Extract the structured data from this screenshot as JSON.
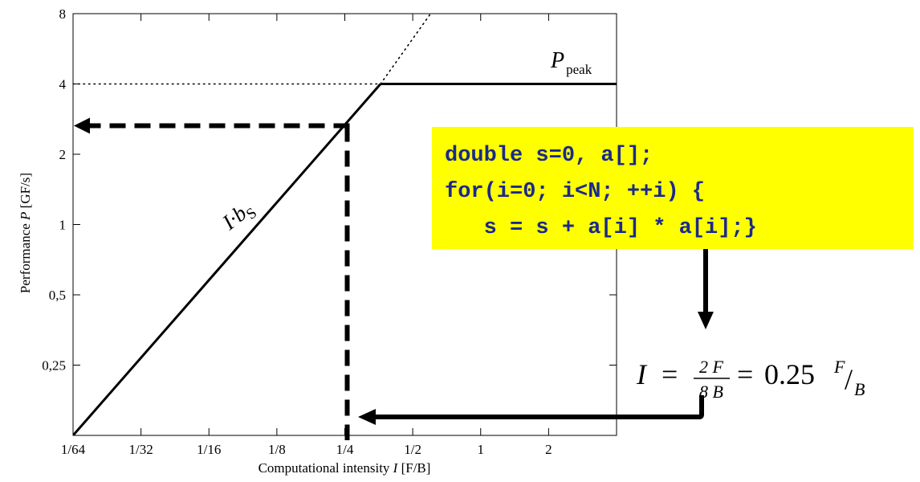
{
  "chart_data": {
    "type": "line",
    "xscale": "log2",
    "yscale": "log2",
    "xlim": [
      0.015625,
      4
    ],
    "ylim": [
      0.125,
      8
    ],
    "x_ticks": [
      {
        "value": 0.015625,
        "label": "1/64"
      },
      {
        "value": 0.03125,
        "label": "1/32"
      },
      {
        "value": 0.0625,
        "label": "1/16"
      },
      {
        "value": 0.125,
        "label": "1/8"
      },
      {
        "value": 0.25,
        "label": "1/4"
      },
      {
        "value": 0.5,
        "label": "1/2"
      },
      {
        "value": 1,
        "label": "1"
      },
      {
        "value": 2,
        "label": "2"
      }
    ],
    "y_ticks": [
      {
        "value": 0.25,
        "label": "0,25"
      },
      {
        "value": 0.5,
        "label": "0,5"
      },
      {
        "value": 1,
        "label": "1"
      },
      {
        "value": 2,
        "label": "2"
      },
      {
        "value": 4,
        "label": "4"
      },
      {
        "value": 8,
        "label": "8"
      }
    ],
    "xlabel": {
      "prefix": "Computational intensity ",
      "symbol": "I",
      "unit": " [F/B]"
    },
    "ylabel": {
      "prefix": "Performance ",
      "symbol": "P",
      "unit": " [GF/s]"
    },
    "series": [
      {
        "style": "solid",
        "points": [
          [
            0.015625,
            0.125
          ],
          [
            0.36,
            4
          ]
        ]
      },
      {
        "style": "solid",
        "points": [
          [
            0.36,
            4
          ],
          [
            4,
            4
          ]
        ]
      },
      {
        "style": "dotted",
        "points": [
          [
            0.36,
            4
          ],
          [
            0.6,
            8
          ]
        ]
      },
      {
        "style": "dotted",
        "points": [
          [
            0.015625,
            4
          ],
          [
            0.36,
            4
          ]
        ]
      }
    ],
    "annotations": {
      "bandwidth_label": {
        "symbol": "I·b",
        "subscript": "S"
      },
      "peak_label": {
        "symbol": "P",
        "subscript": "peak"
      },
      "highlight_x": 0.25,
      "highlight_y": 2.65
    }
  },
  "code_box": {
    "lines": [
      "double s=0, a[];",
      "for(i=0; i<N; ++i) {",
      "   s = s + a[i] * a[i];}"
    ],
    "background": "#ffff00",
    "text_color": "#1a2a8a"
  },
  "formula": {
    "lhs": "I",
    "num": "2 F",
    "den": "8 B",
    "value": "0.25",
    "unit_num": "F",
    "unit_den": "B"
  }
}
